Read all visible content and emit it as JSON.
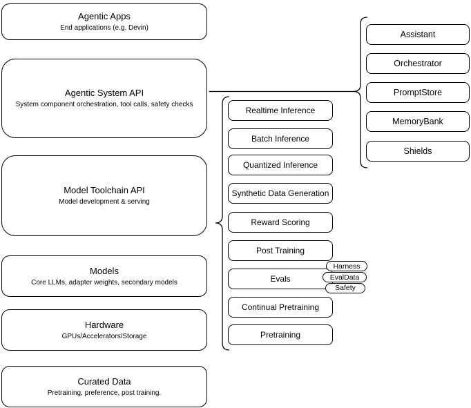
{
  "diagram": {
    "colors": {
      "stroke": "#000000",
      "fill": "#ffffff",
      "text": "#000000"
    },
    "layers": [
      {
        "title": "Agentic Apps",
        "subtitle": "End applications (e.g. Devin)"
      },
      {
        "title": "Agentic System API",
        "subtitle": "System component orchestration, tool calls, safety checks"
      },
      {
        "title": "Model Toolchain API",
        "subtitle": "Model development & serving"
      },
      {
        "title": "Models",
        "subtitle": "Core LLMs, adapter weights, secondary models"
      },
      {
        "title": "Hardware",
        "subtitle": "GPUs/Accelerators/Storage"
      },
      {
        "title": "Curated Data",
        "subtitle": "Pretraining, preference, post training."
      }
    ],
    "toolchain_items": [
      "Realtime Inference",
      "Batch Inference",
      "Quantized Inference",
      "Synthetic Data Generation",
      "Reward Scoring",
      "Post Training",
      "Evals",
      "Continual Pretraining",
      "Pretraining"
    ],
    "eval_badges": [
      "Harness",
      "EvalData",
      "Safety"
    ],
    "system_components": [
      "Assistant",
      "Orchestrator",
      "PromptStore",
      "MemoryBank",
      "Shields"
    ]
  }
}
